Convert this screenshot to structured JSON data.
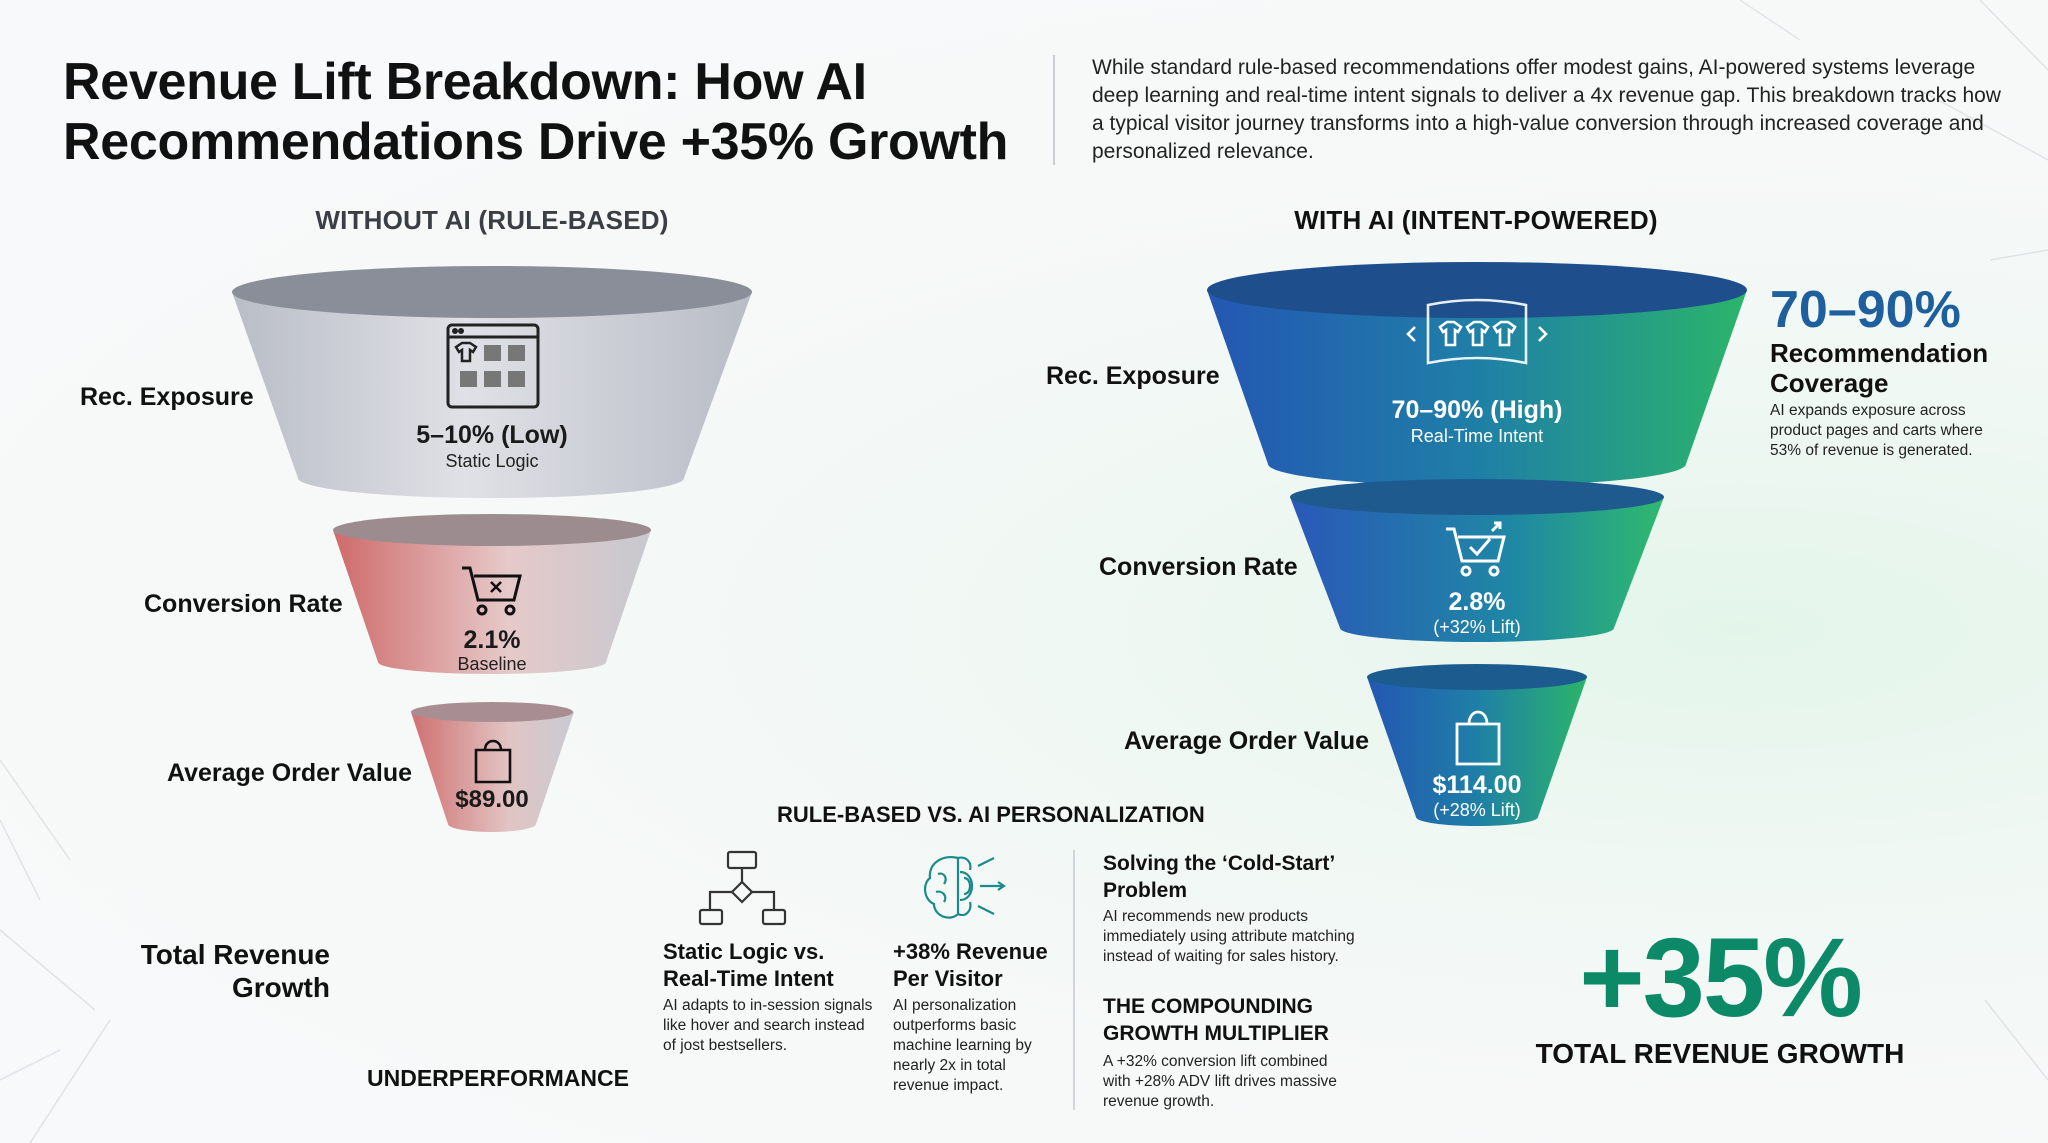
{
  "title": "Revenue Lift Breakdown: How AI Recommendations Drive +35% Growth",
  "intro": "While standard rule-based recommendations offer modest gains, AI-powered systems leverage deep learning and real-time intent signals to deliver a 4x revenue gap. This breakdown tracks how a typical visitor journey transforms into a high-value conversion through increased coverage and personalized relevance.",
  "without_ai": {
    "heading": "WITHOUT AI (RULE-BASED)",
    "stages": [
      {
        "label": "Rec. Exposure",
        "value": "5–10% (Low)",
        "sub": "Static Logic",
        "icon": "product-grid-icon"
      },
      {
        "label": "Conversion Rate",
        "value": "2.1%",
        "sub": "Baseline",
        "icon": "cart-x-icon"
      },
      {
        "label": "Average Order Value",
        "value": "$89.00",
        "sub": "",
        "icon": "shopping-bag-icon"
      }
    ],
    "total_label": "Total Revenue Growth",
    "total_value": "UNDERPERFORMANCE"
  },
  "with_ai": {
    "heading": "WITH AI (INTENT-POWERED)",
    "stages": [
      {
        "label": "Rec. Exposure",
        "value": "70–90% (High)",
        "sub": "Real-Time Intent",
        "icon": "carousel-shirts-icon"
      },
      {
        "label": "Conversion Rate",
        "value": "2.8%",
        "sub": "(+32% Lift)",
        "icon": "cart-check-icon"
      },
      {
        "label": "Average Order Value",
        "value": "$114.00",
        "sub": "(+28% Lift)",
        "icon": "shopping-bag-icon"
      }
    ],
    "coverage": {
      "big": "70–90%",
      "title": "Recommendation Coverage",
      "desc": "AI expands exposure across product pages and carts where 53% of revenue is generated."
    },
    "total": {
      "value": "+35%",
      "label": "TOTAL REVENUE GROWTH"
    }
  },
  "comparison": {
    "heading": "RULE-BASED VS. AI PERSONALIZATION",
    "items": [
      {
        "title": "Static Logic vs. Real-Time Intent",
        "desc": "AI adapts to in-session signals like hover and search instead of jost bestsellers.",
        "icon": "flowchart-icon"
      },
      {
        "title": "+38% Revenue Per Visitor",
        "desc": "AI personalization outperforms basic machine learning by nearly 2x in total revenue impact.",
        "icon": "brain-icon"
      }
    ],
    "cold_start": {
      "title": "Solving the ‘Cold-Start’ Problem",
      "desc": "AI recommends new products immediately using attribute matching instead of waiting for sales history."
    },
    "compounding": {
      "title": "THE COMPOUNDING GROWTH MULTIPLIER",
      "desc": "A +32% conversion lift combined with +28% ADV lift drives massive revenue growth."
    }
  },
  "colors": {
    "teal_accent": "#0c8a68",
    "coverage_blue": "#1e5f9e",
    "gray_funnel": "#c9ccd2",
    "red_funnel": "#d37b7b",
    "ai_blue": "#2361b8",
    "ai_green": "#27b36a"
  }
}
